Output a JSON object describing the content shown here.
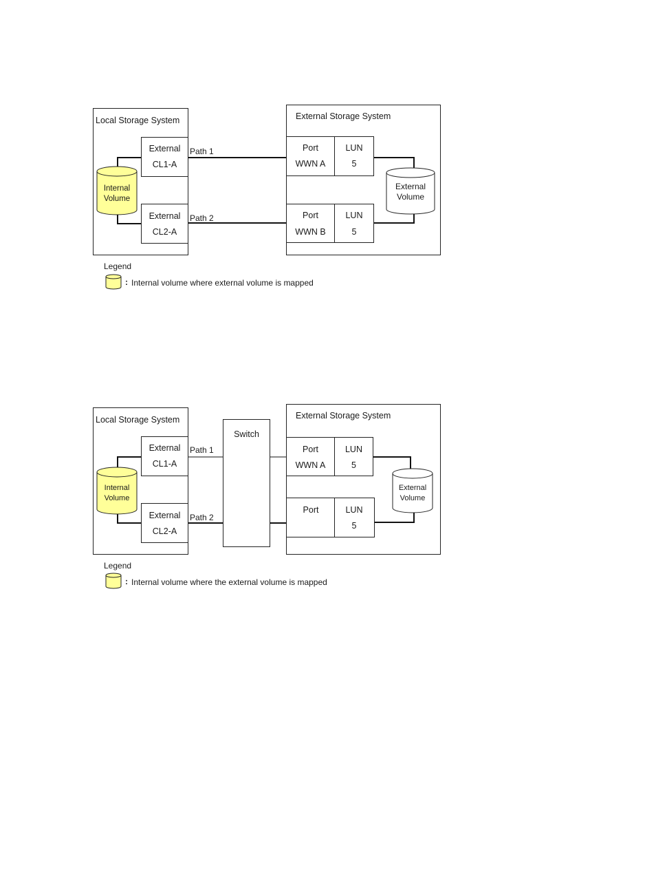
{
  "colors": {
    "internal_volume_fill": "#ffff99",
    "line": "#111111",
    "text": "#1a1a1a"
  },
  "diagram1": {
    "local_title": "Local Storage System",
    "external_title": "External Storage System",
    "internal_volume": {
      "line1": "Internal",
      "line2": "Volume"
    },
    "port1": {
      "line1": "External",
      "line2": "CL1-A"
    },
    "port2": {
      "line1": "External",
      "line2": "CL2-A"
    },
    "path1": "Path 1",
    "path2": "Path 2",
    "target1": {
      "port_label": "Port",
      "wwn": "WWN A",
      "lun_label": "LUN",
      "lun": "5"
    },
    "target2": {
      "port_label": "Port",
      "wwn": "WWN B",
      "lun_label": "LUN",
      "lun": "5"
    },
    "external_volume": {
      "line1": "External",
      "line2": "Volume"
    },
    "legend_title": "Legend",
    "legend_colon": ":",
    "legend_text": "Internal volume where external volume is mapped"
  },
  "diagram2": {
    "local_title": "Local Storage System",
    "external_title": "External Storage System",
    "switch_label": "Switch",
    "internal_volume": {
      "line1": "Internal",
      "line2": "Volume"
    },
    "port1": {
      "line1": "External",
      "line2": "CL1-A"
    },
    "port2": {
      "line1": "External",
      "line2": "CL2-A"
    },
    "path1": "Path 1",
    "path2": "Path 2",
    "target1": {
      "port_label": "Port",
      "wwn": "WWN A",
      "lun_label": "LUN",
      "lun": "5"
    },
    "target2": {
      "port_label": "Port",
      "lun_label": "LUN",
      "lun": "5"
    },
    "external_volume": {
      "line1": "External",
      "line2": "Volume"
    },
    "legend_title": "Legend",
    "legend_colon": ":",
    "legend_text": "Internal volume where the external volume is mapped"
  }
}
